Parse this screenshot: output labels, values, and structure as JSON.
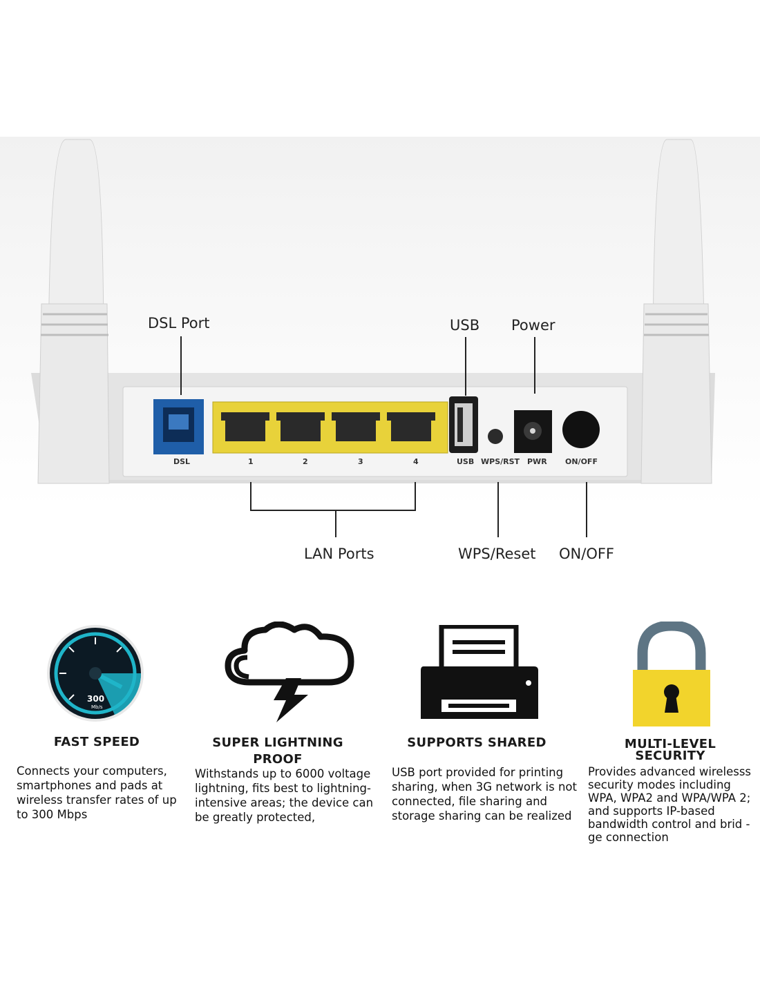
{
  "router": {
    "port_labels": [
      "DSL",
      "1",
      "2",
      "3",
      "4",
      "USB",
      "WPS/RST",
      "PWR",
      "ON/OFF"
    ]
  },
  "callouts": {
    "dsl_port": "DSL Port",
    "usb": "USB",
    "power": "Power",
    "lan_ports": "LAN Ports",
    "wps_reset": "WPS/Reset",
    "on_off": "ON/OFF"
  },
  "features": [
    {
      "icon": "speedometer-icon",
      "gauge_text": "300",
      "gauge_unit": "Mb/s",
      "title": "FAST SPEED",
      "description": "Connects your computers, smartphones and pads at wireless transfer rates of up to 300 Mbps"
    },
    {
      "icon": "lightning-cloud-icon",
      "title_line1": "SUPER LIGHTNING",
      "title_line2": "PROOF",
      "description": "Withstands up to 6000 voltage lightning, fits best to lightning-intensive areas; the device can be greatly protected,"
    },
    {
      "icon": "printer-icon",
      "title": "SUPPORTS SHARED",
      "description": "USB port provided for printing sharing, when 3G network is not connected, file sharing and storage sharing can be realized"
    },
    {
      "icon": "padlock-icon",
      "title_line1": "MULTI-LEVEL",
      "title_line2": "SECURITY",
      "description": "Provides advanced wirelesss security modes including WPA, WPA2 and WPA/WPA 2; and supports IP-based bandwidth control and brid -ge connection"
    }
  ],
  "colors": {
    "lan_yellow": "#e8d23a",
    "dsl_blue": "#1f5ea8",
    "gauge_teal": "#1fb5c9",
    "padlock_yellow": "#f2d42c"
  }
}
